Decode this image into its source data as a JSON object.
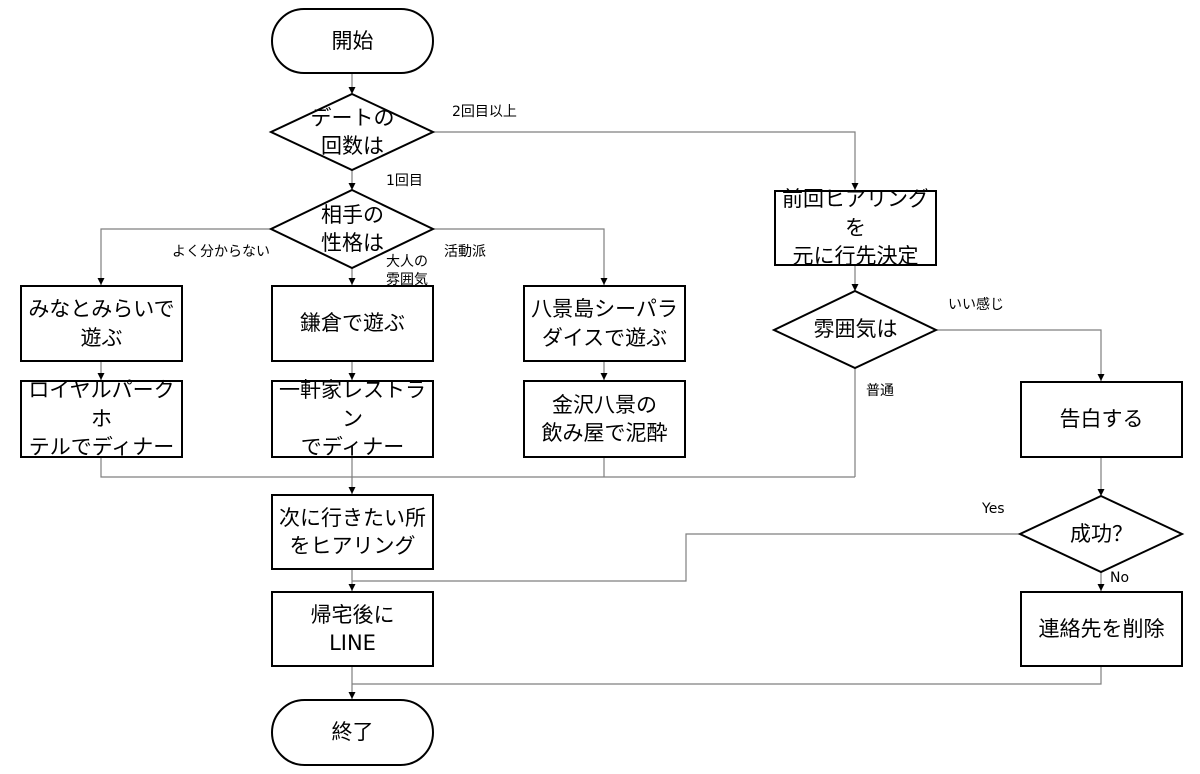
{
  "nodes": {
    "start": [
      "開始"
    ],
    "q_count": [
      "デートの",
      "回数は"
    ],
    "q_personality": [
      "相手の",
      "性格は"
    ],
    "minatomirai": [
      "みなとみらいで",
      "遊ぶ"
    ],
    "kamakura": [
      "鎌倉で遊ぶ"
    ],
    "hakkeijima": [
      "八景島シーパラ",
      "ダイスで遊ぶ"
    ],
    "royal_park": [
      "ロイヤルパークホ",
      "テルでディナー"
    ],
    "ikkenya": [
      "一軒家レストラン",
      "でディナー"
    ],
    "kanazawa": [
      "金沢八景の",
      "飲み屋で泥酔"
    ],
    "hearing": [
      "次に行きたい所",
      "をヒアリング"
    ],
    "line": [
      "帰宅後に",
      "LINE"
    ],
    "end": [
      "終了"
    ],
    "decide_dest": [
      "前回ヒアリングを",
      "元に行先決定"
    ],
    "q_mood": [
      "雰囲気は"
    ],
    "confess": [
      "告白する"
    ],
    "q_success": [
      "成功？"
    ],
    "delete_contact": [
      "連絡先を削除"
    ]
  },
  "edge_labels": {
    "second_or_more": "2回目以上",
    "first": "1回目",
    "unknown": "よく分からない",
    "adult_mood": [
      "大人の",
      "雰囲気"
    ],
    "active": "活動派",
    "good_feeling": "いい感じ",
    "normal": "普通",
    "yes": "Yes",
    "no": "No"
  }
}
